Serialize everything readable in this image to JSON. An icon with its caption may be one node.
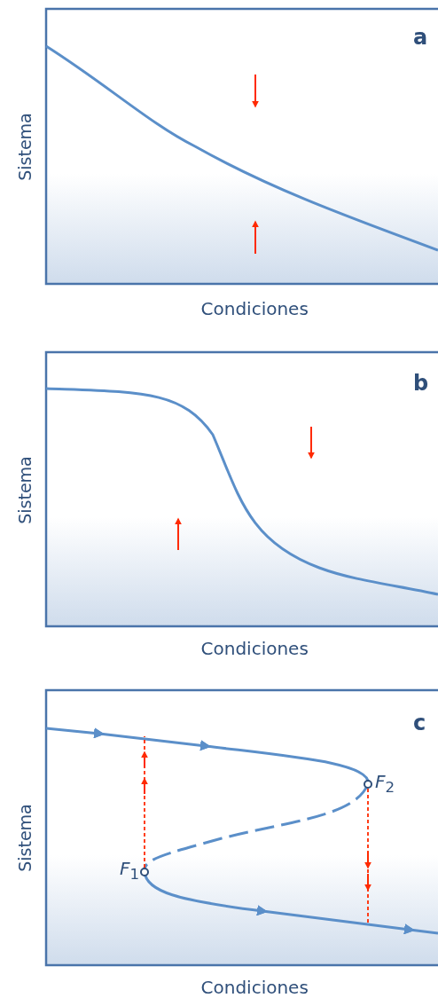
{
  "diagram": {
    "labels": [
      "a",
      "Sistema",
      "Condiciones",
      "b",
      "Sistema",
      "Condiciones",
      "c",
      "*F*$_{2}$",
      "Sistema",
      "*F*$_{1}$",
      "Condiciones"
    ]
  }
}
